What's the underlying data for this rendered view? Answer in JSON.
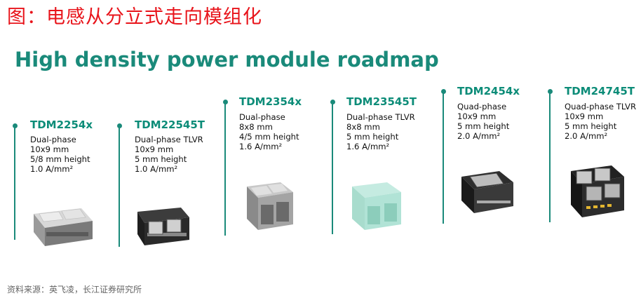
{
  "figure_title": "图：电感从分立式走向模组化",
  "slide_title": "High density power module roadmap",
  "products": [
    {
      "name": "TDM2254x",
      "specs": [
        "Dual-phase",
        "10x9 mm",
        "5/8 mm height",
        "1.0 A/mm²"
      ]
    },
    {
      "name": "TDM22545T",
      "specs": [
        "Dual-phase TLVR",
        "10x9 mm",
        "5 mm height",
        "1.0 A/mm²"
      ]
    },
    {
      "name": "TDM2354x",
      "specs": [
        "Dual-phase",
        "8x8 mm",
        "4/5 mm height",
        "1.6 A/mm²"
      ]
    },
    {
      "name": "TDM23545T",
      "specs": [
        "Dual-phase TLVR",
        "8x8 mm",
        "5 mm height",
        "1.6 A/mm²"
      ]
    },
    {
      "name": "TDM2454x",
      "specs": [
        "Quad-phase",
        "10x9 mm",
        "5 mm height",
        "2.0 A/mm²"
      ]
    },
    {
      "name": "TDM24745T",
      "specs": [
        "Quad-phase TLVR",
        "10x9 mm",
        "5 mm height",
        "2.0 A/mm²"
      ]
    }
  ],
  "source_note": "资料来源：英飞凌，长江证券研究所"
}
